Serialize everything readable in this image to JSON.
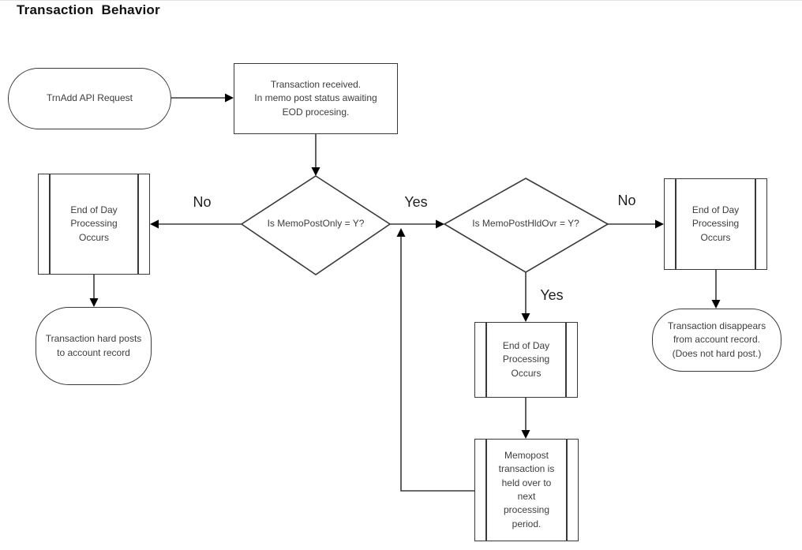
{
  "title": "Transaction  Behavior",
  "colors": {
    "line": "#3a3a3a",
    "arrow": "#000000",
    "text": "#3d3d3d",
    "label": "#1f1f1f",
    "bg": "#ffffff",
    "title": "#111111"
  },
  "nodes": {
    "start": {
      "type": "terminator",
      "label": "TrnAdd API Request"
    },
    "received": {
      "type": "process",
      "label": "Transaction received.\nIn memo post status awaiting\nEOD procesing."
    },
    "memo_post_only": {
      "type": "decision",
      "label": "Is MemoPostOnly = Y?"
    },
    "eod_left": {
      "type": "subprocess",
      "label": "End of Day\nProcessing\nOccurs"
    },
    "hard_posts": {
      "type": "terminator",
      "label": "Transaction hard posts\nto account record"
    },
    "memo_post_hld_ovr": {
      "type": "decision",
      "label": "Is MemoPostHldOvr = Y?"
    },
    "eod_right": {
      "type": "subprocess",
      "label": "End of Day\nProcessing\nOccurs"
    },
    "disappears": {
      "type": "terminator",
      "label": "Transaction disappears\nfrom account record.\n(Does not hard post.)"
    },
    "eod_middle": {
      "type": "subprocess",
      "label": "End of Day\nProcessing\nOccurs"
    },
    "held_over": {
      "type": "subprocess",
      "label": "Memopost\ntransaction is\nheld over to\nnext\nprocessing\nperiod."
    }
  },
  "edge_labels": {
    "memo_post_only_no": "No",
    "memo_post_only_yes": "Yes",
    "memo_post_hld_ovr_no": "No",
    "memo_post_hld_ovr_yes": "Yes"
  }
}
